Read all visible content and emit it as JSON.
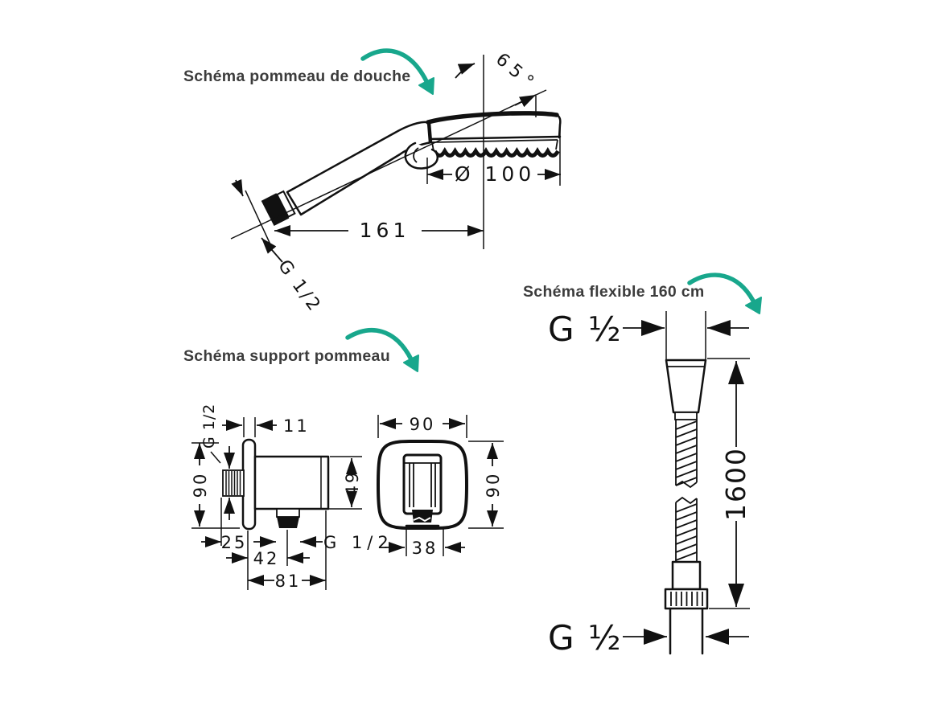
{
  "head": {
    "title": "Schéma pommeau de douche",
    "angle": "65°",
    "diameter": "Ø 100",
    "length": "161",
    "thread": "G 1/2"
  },
  "support": {
    "title": "Schéma support pommeau",
    "side": {
      "thread": "G 1/2",
      "plate": "11",
      "height": "90",
      "body": "49",
      "wall": "25",
      "outlet": "42",
      "depth": "81",
      "outlet_thread": "G 1/2"
    },
    "front": {
      "width": "90",
      "height": "90",
      "holder": "38"
    }
  },
  "flexible": {
    "title": "Schéma flexible 160 cm",
    "thread_top": "G ½",
    "length": "1600",
    "thread_bottom": "G ½"
  },
  "colors": {
    "accent": "#18a78c",
    "line": "#111111",
    "text": "#3c3c3c",
    "background": "#ffffff"
  }
}
